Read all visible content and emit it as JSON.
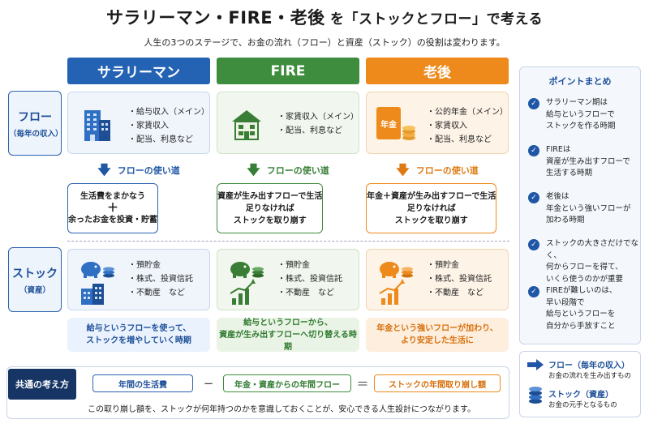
{
  "title": {
    "part1": "サラリーマン・FIRE・老後",
    "part2": " を「ストックとフロー」で考える"
  },
  "subtitle": "人生の3つのステージで、お金の流れ（フロー）と資産（ストック）の役割は変わります。",
  "columns": [
    {
      "label": "サラリーマン",
      "color": "#2463b3"
    },
    {
      "label": "FIRE",
      "color": "#3e8d3e"
    },
    {
      "label": "老後",
      "color": "#ee8a1b"
    }
  ],
  "rows": {
    "flow": {
      "label": "フロー",
      "sub": "（毎年の収入）"
    },
    "stock": {
      "label": "ストック",
      "sub": "（資産）"
    }
  },
  "flow_items": [
    [
      "給与収入（メイン）",
      "家賃収入",
      "配当、利息など"
    ],
    [
      "家賃収入（メイン）",
      "配当、利息など"
    ],
    [
      "公的年金（メイン）",
      "家賃収入",
      "配当、利息など"
    ]
  ],
  "pension_badge": "年金",
  "flow_use_label": "フローの使い道",
  "use_boxes": [
    {
      "line1": "生活費をまかなう",
      "line2": "＋",
      "line3": "余ったお金を投資・貯蓄"
    },
    {
      "line1": "資産が生み出すフローで生活",
      "line2": "足りなければ",
      "line3": "ストックを取り崩す"
    },
    {
      "line1": "年金＋資産が生み出すフローで生活",
      "line2": "足りなければ",
      "line3": "ストックを取り崩す"
    }
  ],
  "stock_items": [
    "預貯金",
    "株式、投資信託",
    "不動産　など"
  ],
  "results": [
    {
      "line1": "給与というフローを使って、",
      "line2": "ストックを増やしていく時期"
    },
    {
      "line1": "給与というフローから、",
      "line2": "資産が生み出すフローへ切り替える時期"
    },
    {
      "line1": "年金という強いフローが加わり、",
      "line2": "より安定した生活に"
    }
  ],
  "common": {
    "label": "共通の考え方",
    "term1": "年間の生活費",
    "minus": "−",
    "term2": "年金・資産からの年間フロー",
    "equals": "＝",
    "term3": "ストックの年間取り崩し額",
    "note": "この取り崩し額を、ストックが何年持つのかを意識しておくことが、安心できる人生設計につながります。"
  },
  "points": {
    "title": "ポイントまとめ",
    "items": [
      [
        "サラリーマン期は",
        "給与というフローで",
        "ストックを作る時期"
      ],
      [
        "FIREは",
        "資産が生み出すフローで",
        "生活する時期"
      ],
      [
        "老後は",
        "年金という強いフローが",
        "加わる時期"
      ],
      [
        "ストックの大きさだけでなく、",
        "何からフローを得て、",
        "いくら使うのかが重要"
      ],
      [
        "FIREが難しいのは、",
        "早い段階で",
        "給与というフローを",
        "自分から手放すこと"
      ]
    ]
  },
  "legend": {
    "flow_label": "フロー（毎年の収入）",
    "flow_sub": "お金の流れを生み出すもの",
    "stock_label": "ストック（資産）",
    "stock_sub": "お金の元手となるもの"
  }
}
